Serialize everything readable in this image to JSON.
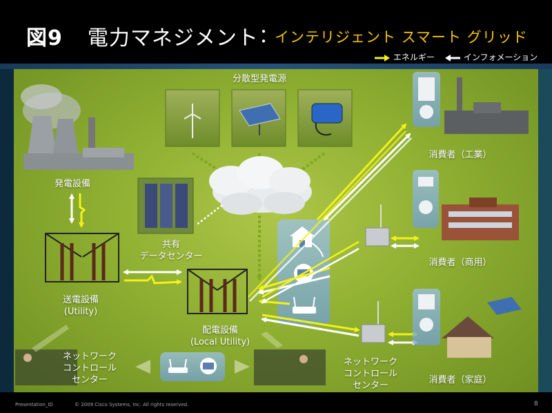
{
  "header": {
    "figure": "図9",
    "title": "電力マネジメント",
    "colon": "：",
    "subtitle": "インテリジェント スマート グリッド"
  },
  "legend": {
    "energy": "エネルギー",
    "information": "インフォメーション",
    "energy_color": "#f2f21a",
    "information_color": "#ffffff"
  },
  "labels": {
    "distributed_sources": "分散型発電源",
    "generation": "発電設備",
    "shared_dc_line1": "共有",
    "shared_dc_line2": "データセンター",
    "transmission_line1": "送電設備",
    "transmission_line2": "(Utility)",
    "distribution_line1": "配電設備",
    "distribution_line2": "(Local Utility)",
    "consumer_industrial": "消費者（工業）",
    "consumer_commercial": "消費者（商用）",
    "consumer_home": "消費者（家庭）",
    "noc_left_line1": "ネットワーク",
    "noc_left_line2": "コントロール",
    "noc_left_line3": "センター",
    "noc_right_line1": "ネットワーク",
    "noc_right_line2": "コントロール",
    "noc_right_line3": "センター"
  },
  "icons": [
    "wind-turbine-icon",
    "solar-panel-icon",
    "battery-icon",
    "cloud-icon",
    "house-icon",
    "meter-icon",
    "router-icon",
    "server-icon",
    "tower-icon",
    "factory-icon",
    "building-icon"
  ],
  "footer": {
    "presentation_id": "Presentation_ID",
    "copyright": "© 2009 Cisco Systems, Inc. All rights reserved.",
    "page": "8"
  }
}
